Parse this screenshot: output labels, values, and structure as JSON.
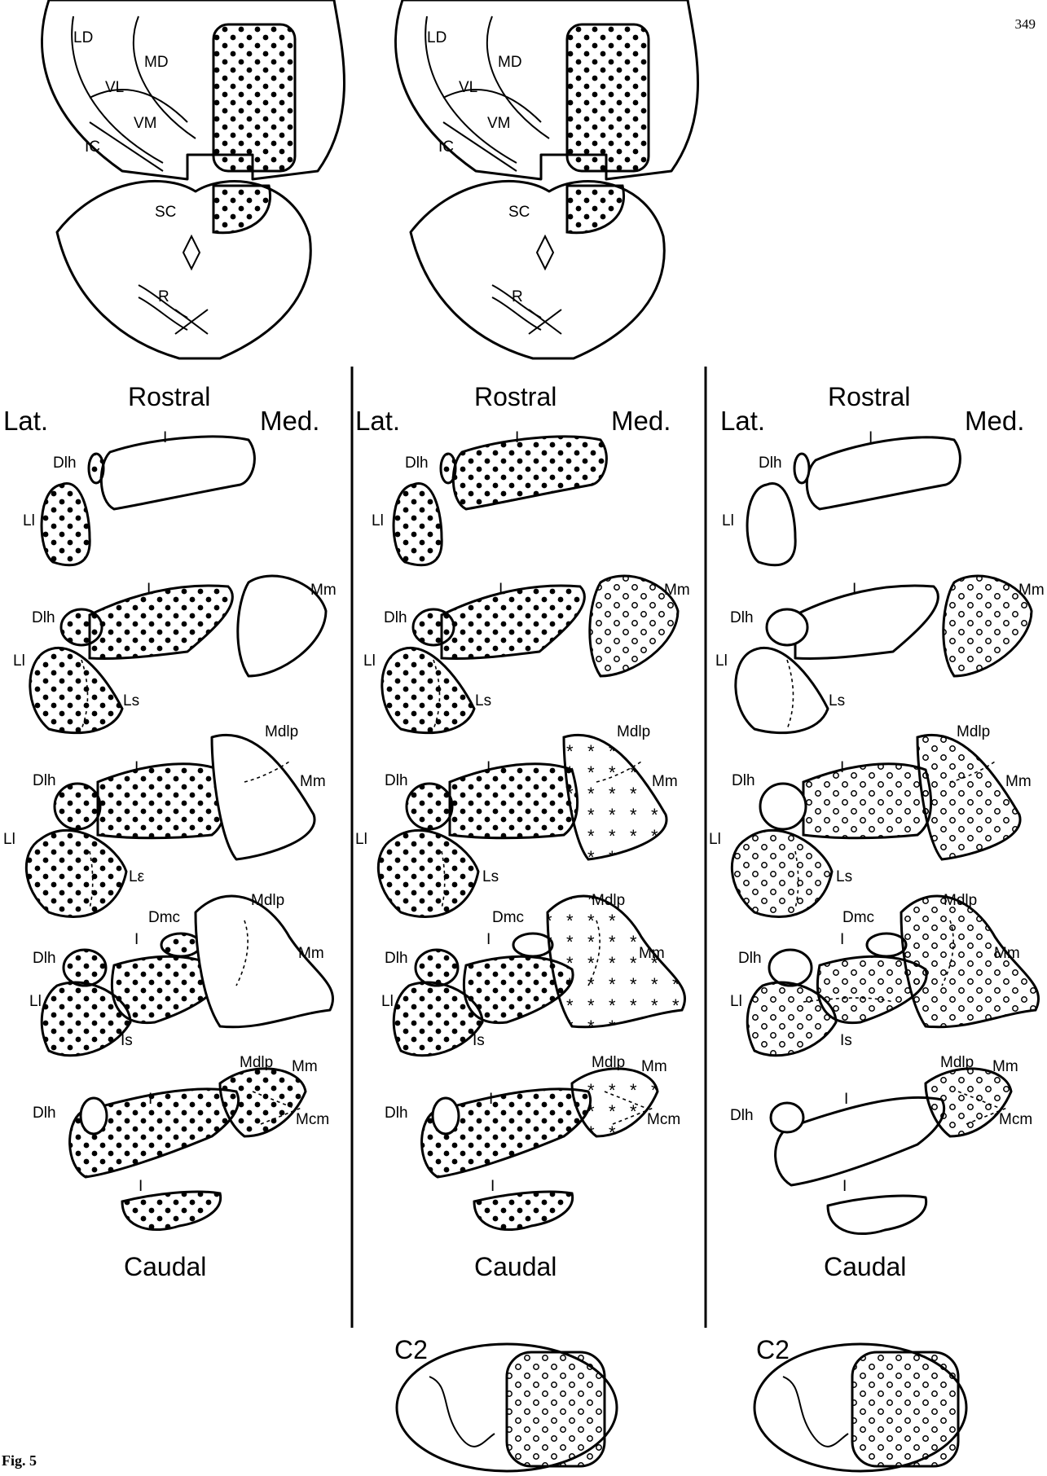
{
  "page_number": "349",
  "figure_label": "Fig. 5",
  "columns": [
    {
      "rostral": "Rostral",
      "caudal": "Caudal",
      "lateral": "Lat.",
      "medial": "Med.",
      "brain_labels": {
        "LD": "LD",
        "MD": "MD",
        "VL": "VL",
        "VM": "VM",
        "IC": "IC",
        "SC": "SC",
        "R": "R"
      },
      "section_labels": {
        "Dlh": "Dlh",
        "I": "I",
        "Ll": "Ll",
        "Ls": "Ls",
        "Mm": "Mm",
        "Mdlp": "Mdlp",
        "Dmc": "Dmc",
        "Is": "Is",
        "Mcm": "Mcm"
      }
    },
    {
      "rostral": "Rostral",
      "caudal": "Caudal",
      "lateral": "Lat.",
      "medial": "Med.",
      "cord_label": "C2",
      "brain_labels": {
        "LD": "LD",
        "MD": "MD",
        "VL": "VL",
        "VM": "VM",
        "IC": "IC",
        "SC": "SC",
        "R": "R"
      },
      "section_labels": {
        "Dlh": "Dlh",
        "I": "I",
        "Ll": "Ll",
        "Ls": "Ls",
        "Mm": "Mm",
        "Mdlp": "Mdlp",
        "Dmc": "Dmc",
        "Is": "Is",
        "Mcm": "Mcm"
      }
    },
    {
      "rostral": "Rostral",
      "caudal": "Caudal",
      "lateral": "Lat.",
      "medial": "Med.",
      "cord_label": "C2",
      "section_labels": {
        "Dlh": "Dlh",
        "I": "I",
        "Ll": "Ll",
        "Ls": "Ls",
        "Mm": "Mm",
        "Mdlp": "Mdlp",
        "Dmc": "Dmc",
        "Is": "Is",
        "Mcm": "Mcm"
      }
    }
  ],
  "ls_label_variant": "Lε"
}
